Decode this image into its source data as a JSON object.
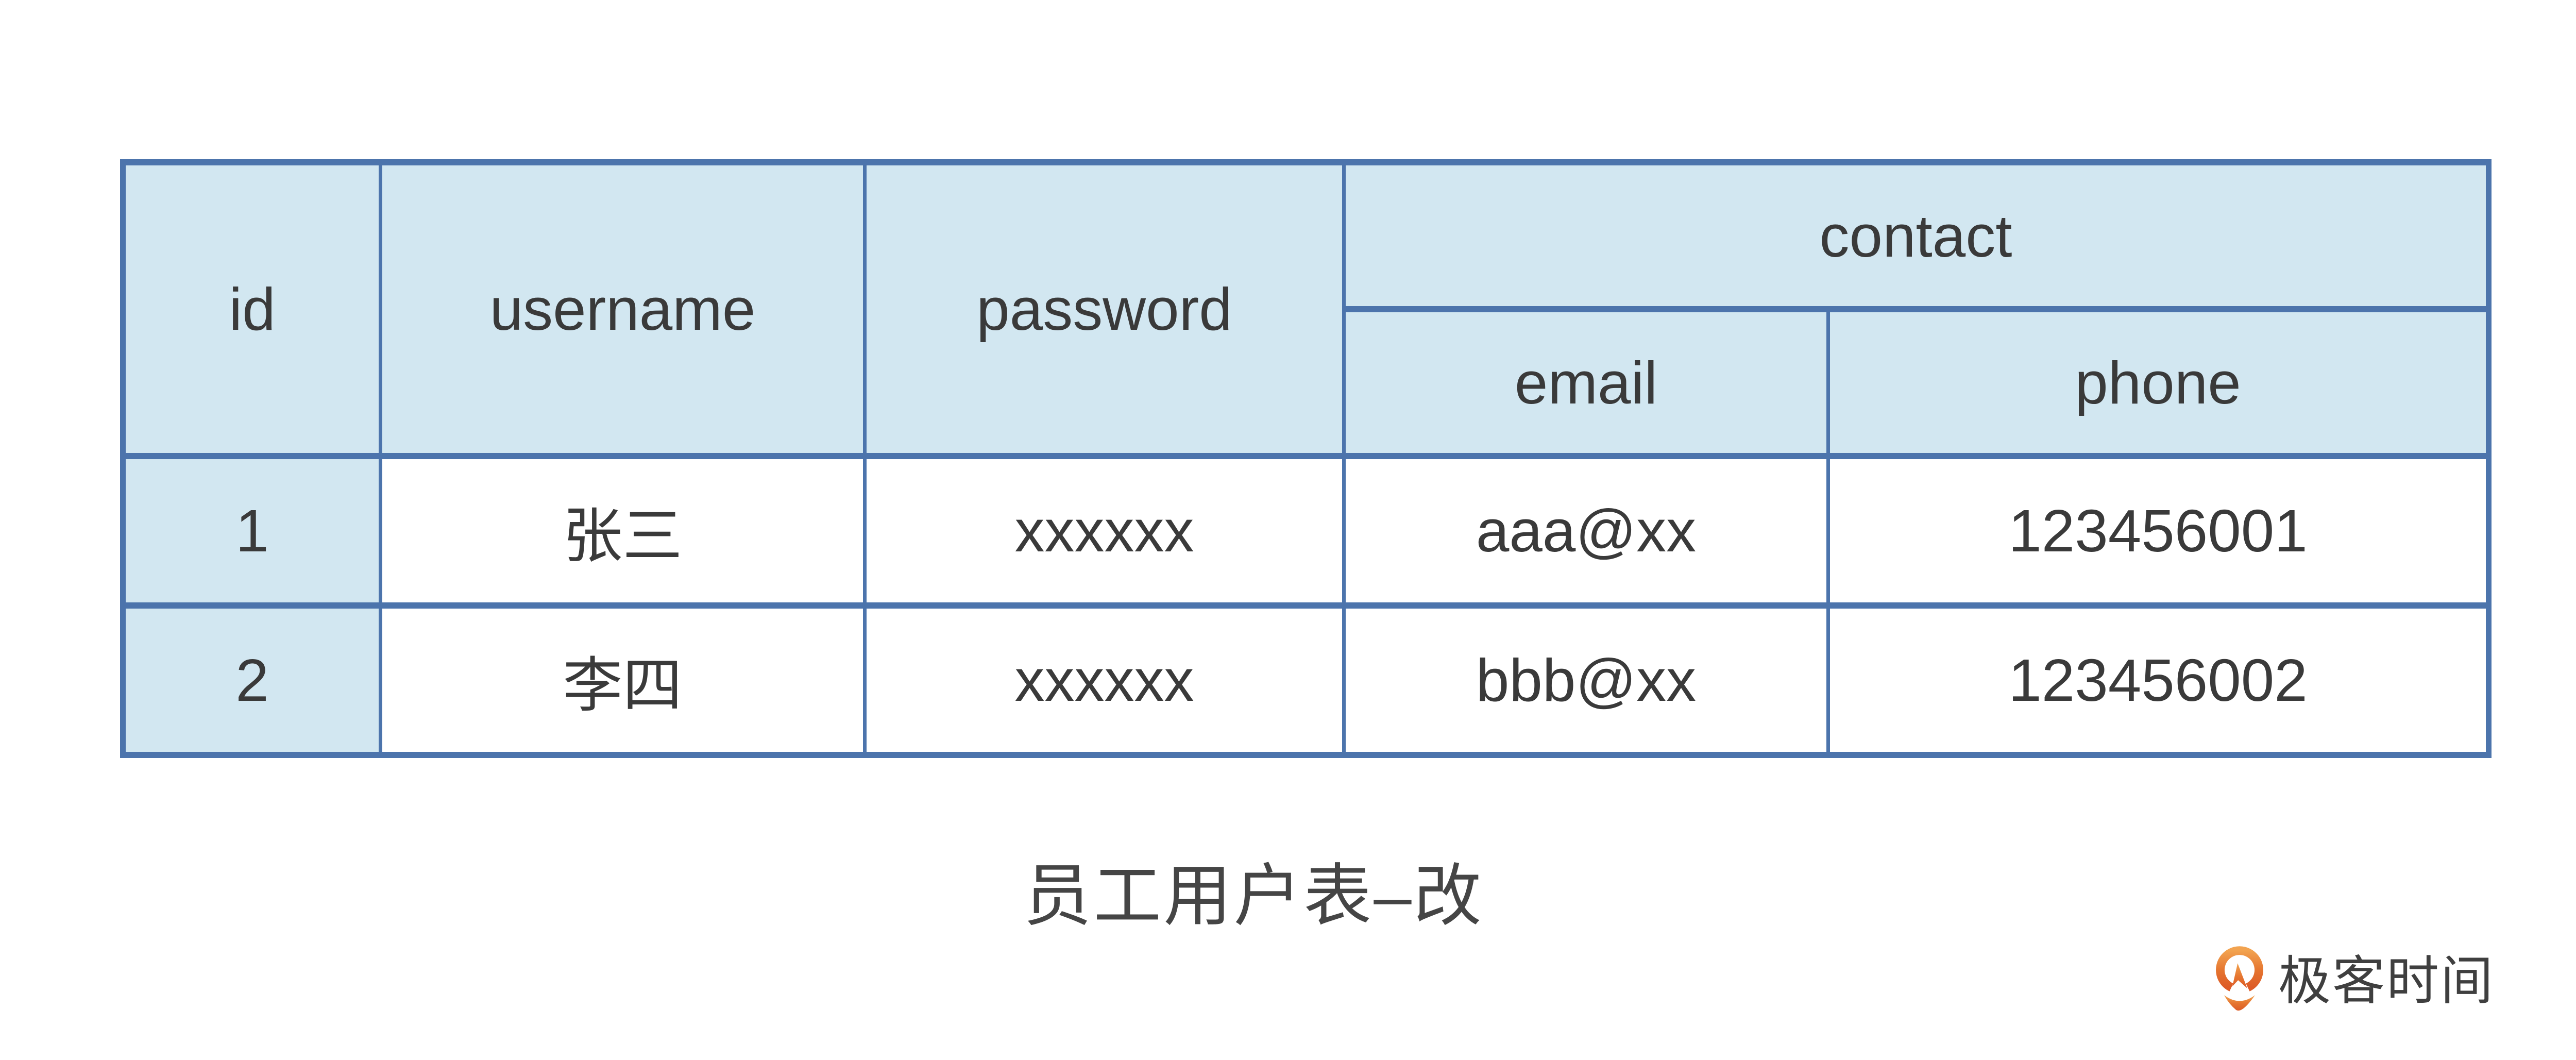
{
  "page": {
    "background": "#ffffff"
  },
  "colors": {
    "table_border": "#4c74ac",
    "header_fill": "#d2e7f1",
    "text": "#3a3a3a",
    "logo_orange_top": "#f2a350",
    "logo_orange_bottom": "#dd5b27"
  },
  "table": {
    "headers": {
      "id": "id",
      "username": "username",
      "password": "password",
      "contact": "contact",
      "email": "email",
      "phone": "phone"
    },
    "rows": [
      {
        "id": "1",
        "username": "张三",
        "password": "xxxxxx",
        "email": "aaa@xx",
        "phone": "123456001"
      },
      {
        "id": "2",
        "username": "李四",
        "password": "xxxxxx",
        "email": "bbb@xx",
        "phone": "123456002"
      }
    ]
  },
  "caption": {
    "text": "员工用户表–改"
  },
  "brand": {
    "name": "极客时间",
    "icon": "geektime-logo-icon"
  }
}
